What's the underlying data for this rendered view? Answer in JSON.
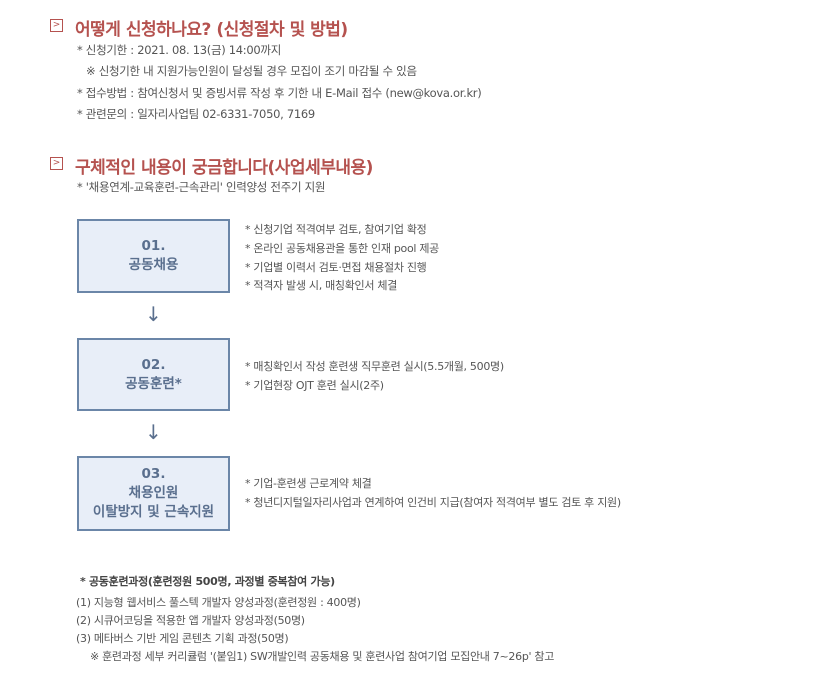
{
  "section1": {
    "icon": "chevron-right-icon",
    "title": "어떻게 신청하나요? (신청절차 및 방법)",
    "lines": [
      "* 신청기한 : 2021. 08. 13(금) 14:00까지",
      "※ 신청기한 내 지원가능인원이 달성될 경우 모집이 조기 마감될 수 있음",
      "* 접수방법 : 참여신청서 및 증빙서류 작성 후 기한 내 E-Mail 접수 (new@kova.or.kr)",
      "* 관련문의 : 일자리사업팀 02-6331-7050, 7169"
    ]
  },
  "section2": {
    "icon": "chevron-right-icon",
    "title": "구체적인 내용이 궁금합니다(사업세부내용)",
    "subtitle": "* '채용연계-교육훈련-근속관리' 인력양성 전주기 지원",
    "arrow": "↓",
    "steps": [
      {
        "num": "01.",
        "title": "공동채용",
        "bullets": [
          "* 신청기업 적격여부 검토, 참여기업 확정",
          "* 온라인 공동채용관을 통한 인재 pool 제공",
          "* 기업별 이력서 검토·면접 채용절차 진행",
          "* 적격자 발생 시, 매칭확인서 체결"
        ]
      },
      {
        "num": "02.",
        "title": "공동훈련*",
        "bullets": [
          "* 매칭확인서 작성 훈련생 직무훈련 실시(5.5개월, 500명)",
          "* 기업현장 OJT 훈련 실시(2주)"
        ]
      },
      {
        "num": "03.",
        "title": "채용인원",
        "title2": "이탈방지 및 근속지원",
        "bullets": [
          "* 기업-훈련생 근로계약 체결",
          "* 청년디지털일자리사업과 연계하여 인건비 지급(참여자 적격여부 별도 검토 후 지원)"
        ]
      }
    ]
  },
  "courses": {
    "heading": "*  공동훈련과정(훈련정원 500명, 과정별 중복참여 가능)",
    "items": [
      "(1) 지능형 웹서비스 풀스텍 개발자 양성과정(훈련정원 : 400명)",
      "(2) 시큐어코딩을 적용한 앱 개발자 양성과정(50명)",
      "(3) 메타버스 기반 게임 콘텐츠 기획 과정(50명)"
    ],
    "note": "※ 훈련과정 세부 커리큘럼 '(붙임1) SW개발인력 공동채용 및 훈련사업 참여기업 모집안내 7~26p' 참고"
  }
}
